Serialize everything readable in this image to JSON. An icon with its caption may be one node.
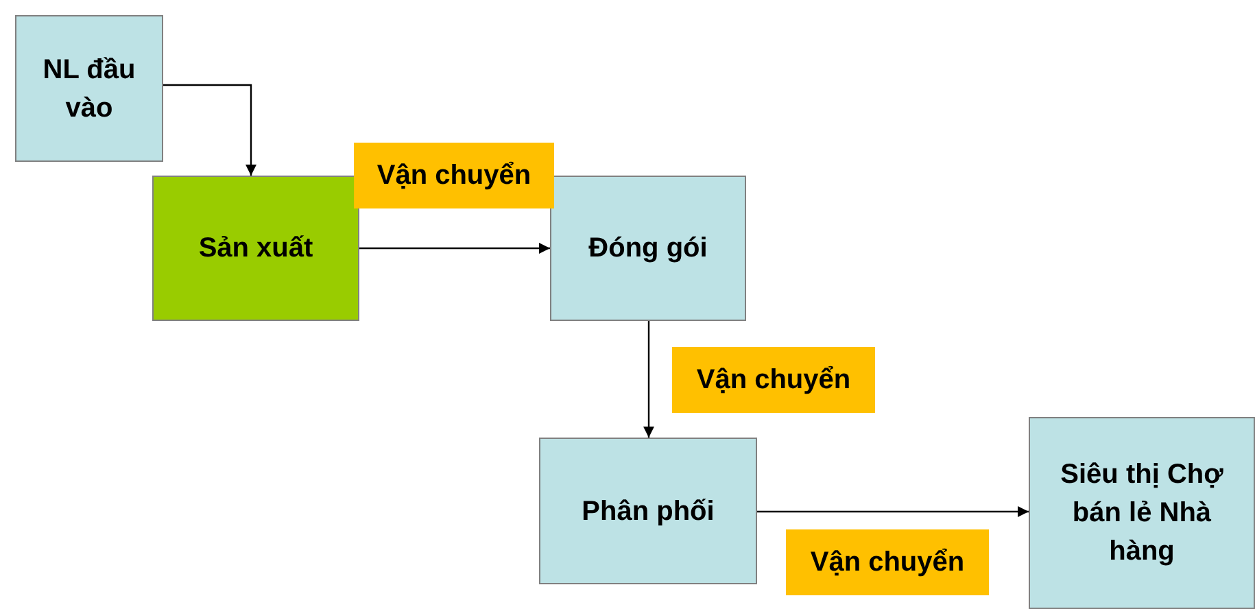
{
  "diagram": {
    "nodes": [
      {
        "text": [
          "NL đầu vào"
        ]
      },
      {
        "text": [
          "Sản xuất"
        ]
      },
      {
        "text": [
          "Đóng gói"
        ]
      },
      {
        "text": [
          "Phân phối"
        ]
      },
      {
        "text": [
          "Siêu thị Chợ bán lẻ Nhà hàng"
        ]
      }
    ],
    "edges": [
      {
        "from": 0,
        "to": 1,
        "arrow": "to"
      },
      {
        "from": 1,
        "to": 2,
        "arrow": "to",
        "label": "Vận chuyển"
      },
      {
        "from": 2,
        "to": 3,
        "arrow": "to",
        "label": "Vận chuyển"
      },
      {
        "from": 3,
        "to": 4,
        "arrow": "to",
        "label": "Vận chuyển"
      }
    ]
  }
}
